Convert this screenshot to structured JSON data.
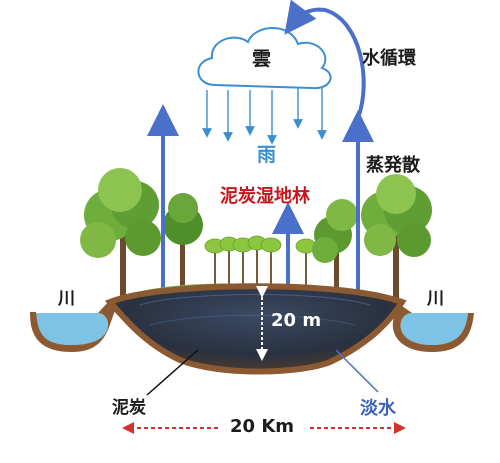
{
  "labels": {
    "cloud": "雲",
    "water_cycle": "水循環",
    "rain": "雨",
    "evapotranspiration": "蒸発散",
    "peat_swamp_forest": "泥炭湿地林",
    "river_left": "川",
    "river_right": "川",
    "depth": "20 m",
    "peat": "泥炭",
    "freshwater": "淡水",
    "width": "20 Km"
  },
  "colors": {
    "arrow_blue": "#4a70c9",
    "rain_blue": "#3b8fd1",
    "forest_red": "#c8161d",
    "freshwater_blue": "#3c63b8",
    "width_arrow_red": "#d0342c",
    "peat_brown": "#6b4a2e",
    "peat_dark": "#2c2f38",
    "river_water": "#7cc3e6"
  }
}
